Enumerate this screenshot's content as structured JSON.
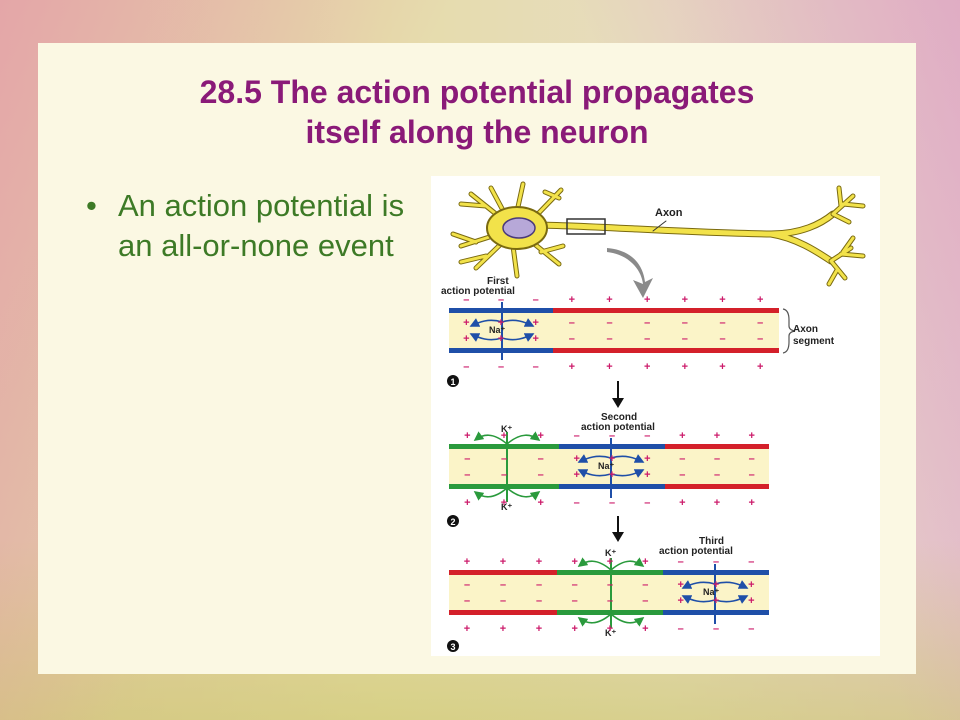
{
  "slide": {
    "title_line1": "28.5  The action potential propagates",
    "title_line2": "itself along the neuron",
    "bullets": [
      "An action potential is an all-or-none event"
    ]
  },
  "figure": {
    "labels": {
      "axon": "Axon",
      "first_ap_1": "First",
      "first_ap_2": "action potential",
      "axon_segment_1": "Axon",
      "axon_segment_2": "segment",
      "second_ap_1": "Second",
      "second_ap_2": "action potential",
      "third_ap_1": "Third",
      "third_ap_2": "action potential",
      "na": "Na⁺",
      "k": "K⁺",
      "plus": "+",
      "minus": "–"
    },
    "steps": [
      "1",
      "2",
      "3"
    ],
    "colors": {
      "depolarized": "#1f4fa8",
      "resting": "#d4202a",
      "repolarizing": "#2a9a3c",
      "axon_fill": "#fbf4c8",
      "neuron": "#f2e24a",
      "nucleus": "#b7a8d8",
      "charge": "#cc1a6a",
      "title": "#8a1a78",
      "bullet": "#3d7a26"
    }
  }
}
